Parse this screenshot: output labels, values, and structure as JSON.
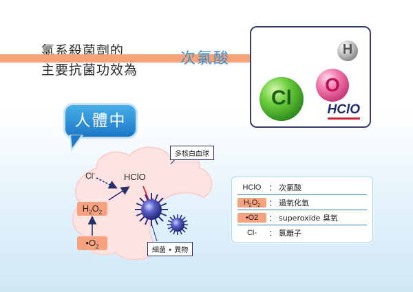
{
  "title_lines": [
    "氯系殺菌劑的",
    "主要抗菌功效為"
  ],
  "arrow_label": "次氯酸",
  "molecule": {
    "atoms": {
      "cl": "Cl",
      "o": "O",
      "h": "H"
    },
    "formula": "HClO",
    "colors": {
      "cl": "#5cc23a",
      "o": "#f06aa0",
      "h": "#b8b8b8"
    }
  },
  "callout_label": "人體中",
  "diagram": {
    "cl_ion": "Cl",
    "cl_ion_sup": "-",
    "hclo": "HClO",
    "h2o2": {
      "base": "H",
      "sub1": "2",
      "mid": "O",
      "sub2": "2"
    },
    "o2": {
      "dot": "•",
      "base": "O",
      "sub": "2"
    },
    "label_neutrophil": "多核白血球",
    "label_bacteria": "細菌 • 異物"
  },
  "legend": [
    {
      "key": "HClO",
      "colon": "：",
      "value": "次氯酸",
      "chip": false
    },
    {
      "key": "H2O2",
      "key_html": [
        "H",
        "2",
        "O",
        "2"
      ],
      "colon": "：",
      "value": "過氧化氫",
      "chip": true
    },
    {
      "key": "•O2",
      "colon": "：",
      "value": "superoxide 臭氧",
      "chip": true
    },
    {
      "key": "Cl-",
      "colon": "：",
      "value": "氯離子",
      "chip": false
    }
  ],
  "colors": {
    "arrow": "#f5a47a",
    "callout": "#2f8fd8",
    "cell": "#fde4e2",
    "chip": "#f6a27e",
    "navy": "#23306b"
  }
}
